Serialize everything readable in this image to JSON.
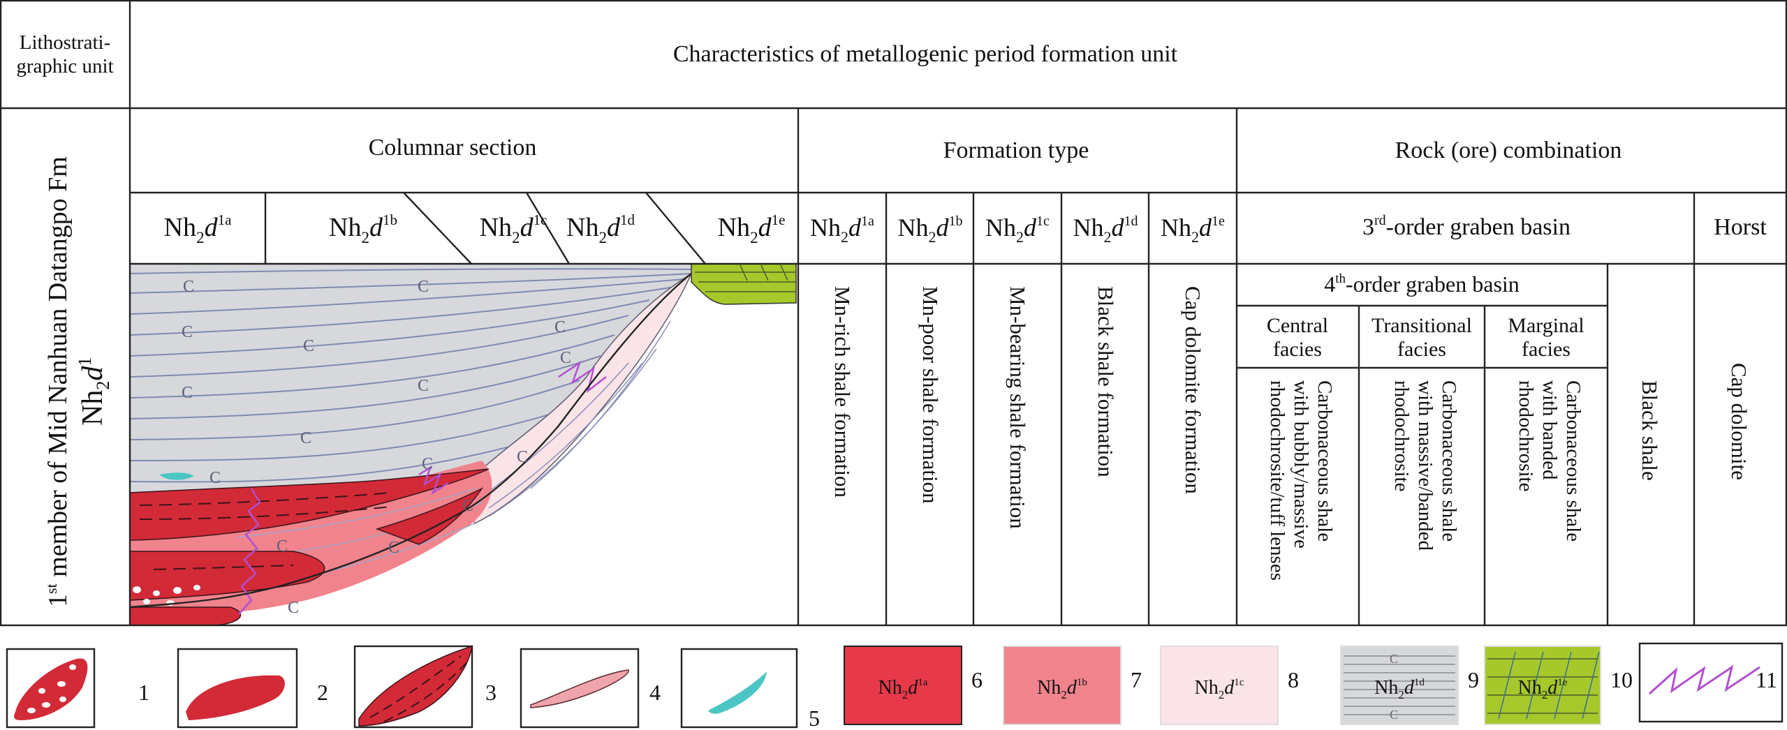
{
  "header": {
    "lithostratigraphic_unit_l1": "Lithostrati-",
    "lithostratigraphic_unit_l2": "graphic unit",
    "characteristics_title": "Characteristics of metallogenic period formation unit"
  },
  "unit": {
    "symbol_base": "Nh",
    "symbol_sub": "2",
    "symbol_italic": "d",
    "symbol_sup": "1",
    "member_ordinal": "1",
    "member_ordinal_sup": "st",
    "member_rest": " member of Mid Nanhuan Datangpo Fm"
  },
  "sections": {
    "columnar": "Columnar section",
    "formation_type": "Formation type",
    "rock_combination": "Rock (ore) combination"
  },
  "submembers": [
    "1a",
    "1b",
    "1c",
    "1d",
    "1e"
  ],
  "formation_types": [
    "Mn-rich shale formation",
    "Mn-poor shale formation",
    "Mn-bearing shale formation",
    "Black shale formation",
    "Cap dolomite formation"
  ],
  "rock": {
    "graben3_ordinal": "3",
    "graben3_sup": "rd",
    "graben3_rest": "-order graben basin",
    "horst": "Horst",
    "graben4_ordinal": "4",
    "graben4_sup": "th",
    "graben4_rest": "-order graben basin",
    "facies": [
      {
        "l1": "Central",
        "l2": "facies"
      },
      {
        "l1": "Transitional",
        "l2": "facies"
      },
      {
        "l1": "Marginal",
        "l2": "facies"
      }
    ],
    "central_text": [
      "Carbonaceous shale",
      "with bubbly/massive",
      "rhodochrosite/tuff lenses"
    ],
    "transitional_text": [
      "Carbonaceous shale",
      "with massive/banded",
      "rhodochrosite"
    ],
    "marginal_text": [
      "Carbonaceous shale",
      "with banded",
      "rhodochrosite"
    ],
    "black_shale": "Black shale",
    "cap_dolomite": "Cap dolomite"
  },
  "section_symbol": "C",
  "legend": [
    {
      "number": "1",
      "icon": "rhodochrosite-bubbly-icon"
    },
    {
      "number": "2",
      "icon": "rhodochrosite-massive-icon"
    },
    {
      "number": "3",
      "icon": "rhodochrosite-banded-icon"
    },
    {
      "number": "4",
      "icon": "rhodochrosite-lens-icon"
    },
    {
      "number": "5",
      "icon": "tuff-lens-icon"
    },
    {
      "number": "6",
      "sub": "1a",
      "color": "#e8394a"
    },
    {
      "number": "7",
      "sub": "1b",
      "color": "#f0838c"
    },
    {
      "number": "8",
      "sub": "1c",
      "color": "#fbe4e8"
    },
    {
      "number": "9",
      "sub": "1d",
      "color": "#d7d8dc"
    },
    {
      "number": "10",
      "sub": "1e",
      "color": "#a6c82a"
    },
    {
      "number": "11",
      "icon": "facies-boundary-icon"
    }
  ],
  "colors": {
    "mn_rich": "#d32a38",
    "mn_rich_swatch": "#e8394a",
    "mn_poor": "#f0838c",
    "mn_bearing": "#fbe4e8",
    "black_shale": "#d7d8dc",
    "cap_dolomite": "#a6c82a",
    "tuff": "#4cc6c4",
    "facies_boundary": "#b24fcf",
    "bedding": "#7f8ab0"
  }
}
